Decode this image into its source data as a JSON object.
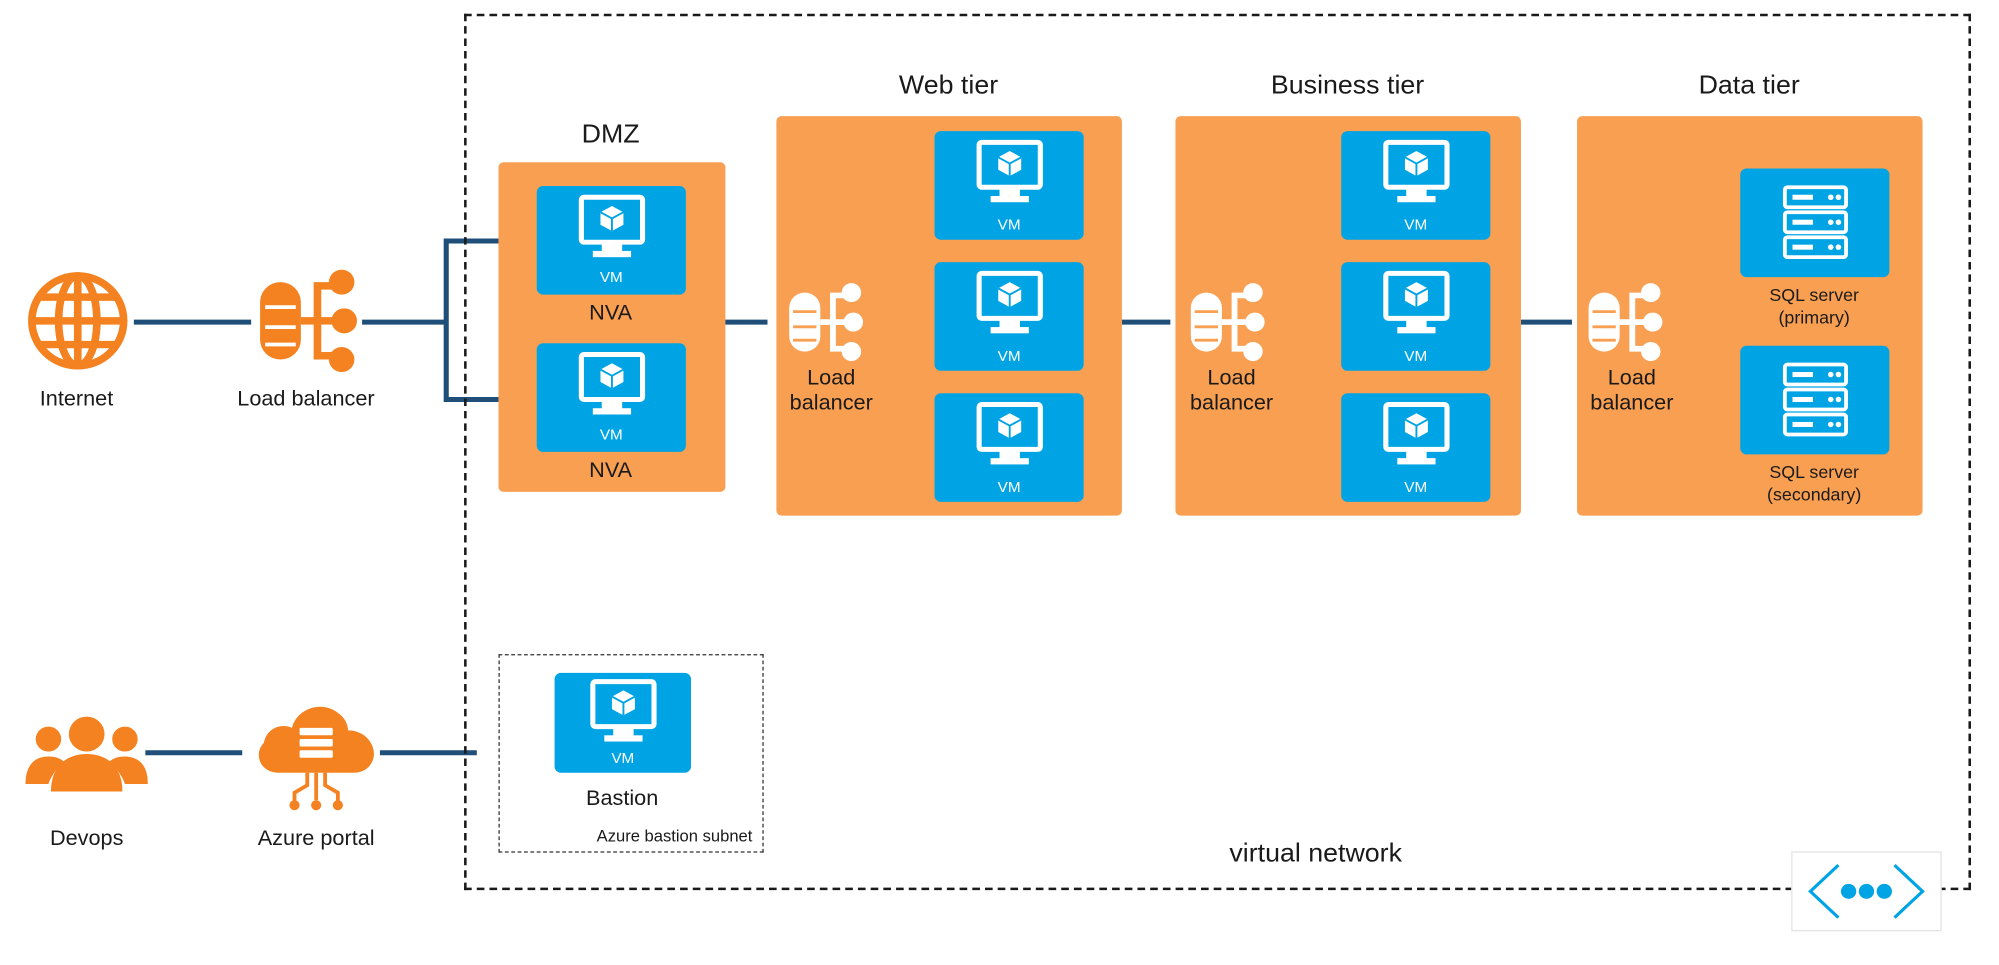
{
  "external": {
    "internet_label": "Internet",
    "load_balancer_label": "Load balancer",
    "devops_label": "Devops",
    "azure_portal_label": "Azure portal"
  },
  "virtual_network": {
    "label": "virtual network"
  },
  "dmz": {
    "title": "DMZ",
    "nva_top_label": "NVA",
    "nva_bottom_label": "NVA"
  },
  "web_tier": {
    "title": "Web tier",
    "load_balancer_label": "Load\nbalancer"
  },
  "business_tier": {
    "title": "Business tier",
    "load_balancer_label": "Load\nbalancer"
  },
  "data_tier": {
    "title": "Data tier",
    "load_balancer_label": "Load\nbalancer",
    "sql_primary_label": "SQL server\n(primary)",
    "sql_secondary_label": "SQL server\n(secondary)"
  },
  "bastion": {
    "label": "Bastion",
    "subnet_label": "Azure bastion subnet"
  },
  "vm_label": "VM",
  "colors": {
    "subnet_orange": "#f89f52",
    "icon_orange": "#f58220",
    "vm_blue": "#00a4e4",
    "connector": "#1f4e79"
  },
  "icons": [
    "globe-icon",
    "load-balancer-icon",
    "users-icon",
    "cloud-server-icon",
    "vm-monitor-icon",
    "sql-server-icon",
    "virtual-network-icon"
  ]
}
